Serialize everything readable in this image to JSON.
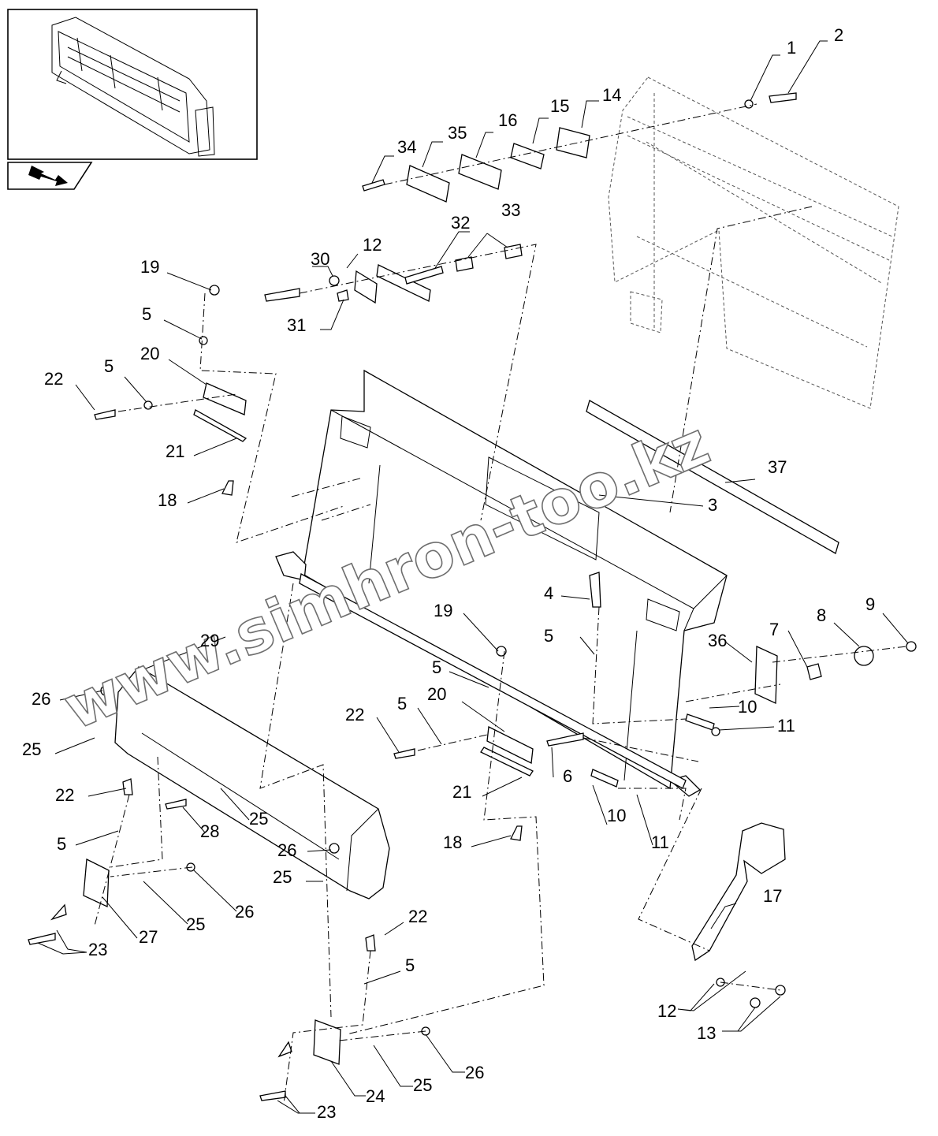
{
  "diagram": {
    "watermark": "www.simhron-too.kz",
    "callouts": [
      {
        "id": "c1",
        "text": "1"
      },
      {
        "id": "c2",
        "text": "2"
      },
      {
        "id": "c14",
        "text": "14"
      },
      {
        "id": "c15",
        "text": "15"
      },
      {
        "id": "c16",
        "text": "16"
      },
      {
        "id": "c35",
        "text": "35"
      },
      {
        "id": "c34",
        "text": "34"
      },
      {
        "id": "c32",
        "text": "32"
      },
      {
        "id": "c33",
        "text": "33"
      },
      {
        "id": "c30",
        "text": "30"
      },
      {
        "id": "c12a",
        "text": "12"
      },
      {
        "id": "c31",
        "text": "31"
      },
      {
        "id": "c19a",
        "text": "19"
      },
      {
        "id": "c5a",
        "text": "5"
      },
      {
        "id": "c20a",
        "text": "20"
      },
      {
        "id": "c5b",
        "text": "5"
      },
      {
        "id": "c22a",
        "text": "22"
      },
      {
        "id": "c21a",
        "text": "21"
      },
      {
        "id": "c18a",
        "text": "18"
      },
      {
        "id": "c37",
        "text": "37"
      },
      {
        "id": "c3",
        "text": "3"
      },
      {
        "id": "c4",
        "text": "4"
      },
      {
        "id": "c19b",
        "text": "19"
      },
      {
        "id": "c5c",
        "text": "5"
      },
      {
        "id": "c36",
        "text": "36"
      },
      {
        "id": "c7",
        "text": "7"
      },
      {
        "id": "c8",
        "text": "8"
      },
      {
        "id": "c9",
        "text": "9"
      },
      {
        "id": "c29",
        "text": "29"
      },
      {
        "id": "c26a",
        "text": "26"
      },
      {
        "id": "c25a",
        "text": "25"
      },
      {
        "id": "c5d",
        "text": "5"
      },
      {
        "id": "c20b",
        "text": "20"
      },
      {
        "id": "c22b",
        "text": "22"
      },
      {
        "id": "c5e",
        "text": "5"
      },
      {
        "id": "c10a",
        "text": "10"
      },
      {
        "id": "c11a",
        "text": "11"
      },
      {
        "id": "c6",
        "text": "6"
      },
      {
        "id": "c21b",
        "text": "21"
      },
      {
        "id": "c22c",
        "text": "22"
      },
      {
        "id": "c28",
        "text": "28"
      },
      {
        "id": "c25b",
        "text": "25"
      },
      {
        "id": "c10b",
        "text": "10"
      },
      {
        "id": "c11b",
        "text": "11"
      },
      {
        "id": "c5f",
        "text": "5"
      },
      {
        "id": "c18b",
        "text": "18"
      },
      {
        "id": "c26b",
        "text": "26"
      },
      {
        "id": "c25c",
        "text": "25"
      },
      {
        "id": "c17",
        "text": "17"
      },
      {
        "id": "c26c",
        "text": "26"
      },
      {
        "id": "c25d",
        "text": "25"
      },
      {
        "id": "c27",
        "text": "27"
      },
      {
        "id": "c23a",
        "text": "23"
      },
      {
        "id": "c22d",
        "text": "22"
      },
      {
        "id": "c5g",
        "text": "5"
      },
      {
        "id": "c12b",
        "text": "12"
      },
      {
        "id": "c13",
        "text": "13"
      },
      {
        "id": "c26d",
        "text": "26"
      },
      {
        "id": "c25e",
        "text": "25"
      },
      {
        "id": "c24",
        "text": "24"
      },
      {
        "id": "c23b",
        "text": "23"
      }
    ]
  }
}
